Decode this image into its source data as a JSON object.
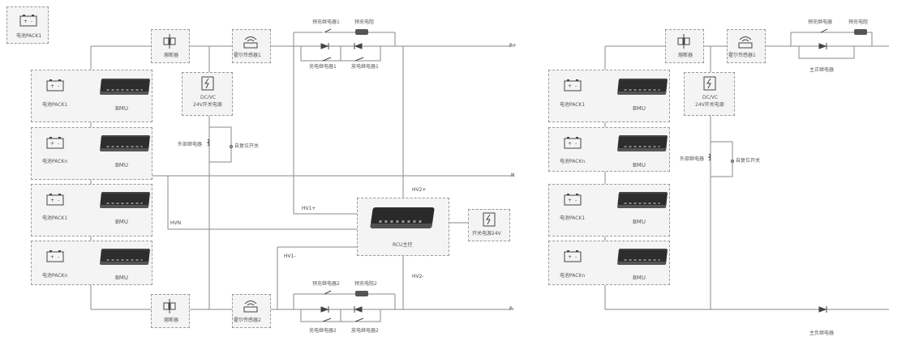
{
  "left": {
    "top_battery": "电池PACK1",
    "packs": [
      {
        "pack": "电池PACK1",
        "bmu": "BMU"
      },
      {
        "pack": "电池PACKn",
        "bmu": "BMU"
      },
      {
        "pack": "电池PACK1",
        "bmu": "BMU"
      },
      {
        "pack": "电池PACKn",
        "bmu": "BMU"
      }
    ],
    "fuse_top": "熔断器",
    "fuse_bottom": "熔断器",
    "sensor_top": "霍尔传感器1",
    "sensor_bottom": "霍尔传感器2",
    "dcdc_line1": "DC/VC",
    "dcdc_line2": "24V开关电源",
    "aux_relay": "外部继电器",
    "reset_switch": "自复位开关",
    "precharge_relay_top": "预充继电器1",
    "precharge_res_top": "预充电阻",
    "charge_relay_top": "充电继电器1",
    "discharge_relay_top": "放电继电器1",
    "precharge_relay_bot": "预充继电器2",
    "precharge_res_bot": "预充电阻2",
    "charge_relay_bot": "充电继电器2",
    "discharge_relay_bot": "放电继电器2",
    "p_plus": "P+",
    "n_line": "N",
    "p_minus": "P-",
    "hv1p": "HV1+",
    "hv2p": "HV2+",
    "hvn": "HVN",
    "hv1m": "HV1-",
    "hv2m": "HV2-",
    "rcu": "RCU主控",
    "psu": "开关电源24V"
  },
  "right": {
    "fuse": "熔断器",
    "sensor": "霍尔传感器1",
    "precharge_relay": "预充继电器",
    "precharge_res": "预充电阻",
    "main_pos_relay": "主正继电器",
    "main_neg_relay": "主负继电器",
    "dcdc_line1": "DC/VC",
    "dcdc_line2": "24V开关电源",
    "aux_relay": "外部继电器",
    "reset_switch": "自复位开关",
    "packs": [
      {
        "pack": "电池PACK1",
        "bmu": "BMU"
      },
      {
        "pack": "电池PACKn",
        "bmu": "BMU"
      },
      {
        "pack": "电池PACK1",
        "bmu": "BMU"
      },
      {
        "pack": "电池PACKn",
        "bmu": "BMU"
      }
    ]
  }
}
